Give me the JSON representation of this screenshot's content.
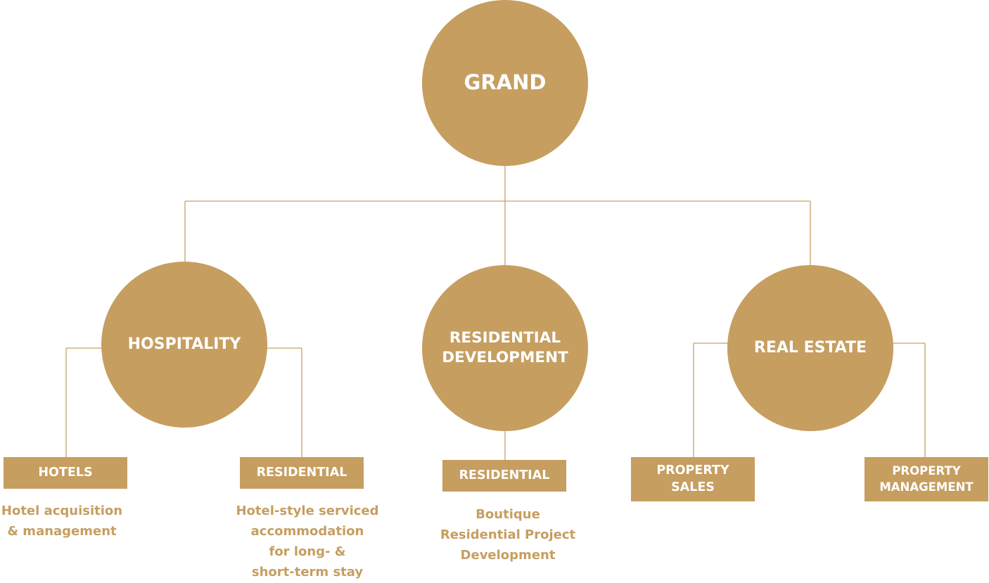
{
  "colors": {
    "gold": "#c69e60",
    "connector": "#c9a063",
    "label_text": "#ffffff",
    "background": "#ffffff"
  },
  "root": {
    "label": "GRAND"
  },
  "divisions": [
    {
      "label_lines": [
        "HOSPITALITY"
      ],
      "children": [
        {
          "box_lines": [
            "HOTELS"
          ],
          "description": "Hotel acquisition\n& management"
        },
        {
          "box_lines": [
            "RESIDENTIAL"
          ],
          "description": "Hotel-style serviced\naccommodation\nfor long- &\nshort-term stay"
        }
      ]
    },
    {
      "label_lines": [
        "RESIDENTIAL",
        "DEVELOPMENT"
      ],
      "children": [
        {
          "box_lines": [
            "RESIDENTIAL"
          ],
          "description": "Boutique\nResidential Project\nDevelopment"
        }
      ]
    },
    {
      "label_lines": [
        "REAL ESTATE"
      ],
      "children": [
        {
          "box_lines": [
            "PROPERTY",
            "SALES"
          ]
        },
        {
          "box_lines": [
            "PROPERTY",
            "MANAGEMENT"
          ]
        }
      ]
    }
  ]
}
